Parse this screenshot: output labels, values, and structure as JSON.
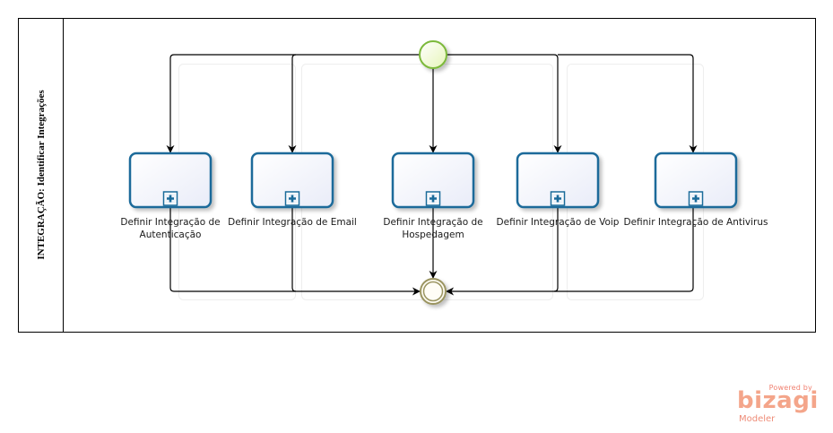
{
  "pool": {
    "lane_title": "INTEGRAÇÃO: Identificar Integrações"
  },
  "events": {
    "start": {
      "type": "start-event",
      "fill": "#f3fbd9",
      "stroke": "#7cb93a"
    },
    "end": {
      "type": "end-event",
      "fill": "#fdfbf0",
      "stroke": "#9a9460"
    }
  },
  "tasks": [
    {
      "id": "t1",
      "label_lines": [
        "Definir Integração de",
        "Autenticação"
      ],
      "type": "subprocess"
    },
    {
      "id": "t2",
      "label_lines": [
        "Definir Integração de Email"
      ],
      "type": "subprocess"
    },
    {
      "id": "t3",
      "label_lines": [
        "Definir Integração de",
        "Hospedagem"
      ],
      "type": "subprocess"
    },
    {
      "id": "t4",
      "label_lines": [
        "Definir Integração de Voip"
      ],
      "type": "subprocess"
    },
    {
      "id": "t5",
      "label_lines": [
        "Definir Integração de Antivirus"
      ],
      "type": "subprocess"
    }
  ],
  "colors": {
    "task_stroke": "#1a6b9a",
    "task_fill": "#f2f4fc",
    "flow": "#000000"
  },
  "watermark": {
    "powered": "Powered by",
    "brand": "bizagi",
    "product": "Modeler"
  }
}
